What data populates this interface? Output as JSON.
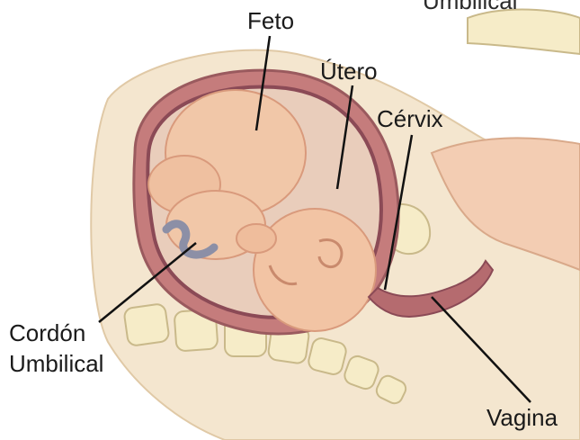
{
  "image": {
    "labels": {
      "top_cut": "Umbilical",
      "fetus": "Feto",
      "uterus": "Útero",
      "cervix": "Cérvix",
      "cord_line1": "Cordón",
      "cord_line2": "Umbilical",
      "vagina": "Vagina"
    },
    "colors": {
      "skin": "#f1c7a8",
      "skin_shadow": "#d99a7c",
      "uterus_wall": "#c57c7c",
      "uterus_inner": "#8b4a56",
      "fluid": "#e8cbb9",
      "bone": "#f6ecc8",
      "bone_outline": "#c9b98a",
      "cord": "#8c8fa6",
      "pointer": "#111111"
    }
  }
}
